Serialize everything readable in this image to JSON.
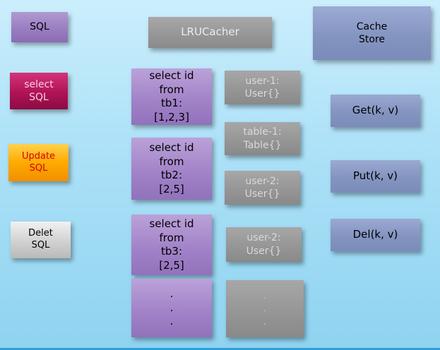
{
  "colors": {
    "background_top": "#cbeefc",
    "background_bottom": "#8fd3f0",
    "purple_box": "#a283c8",
    "magenta_box": "#b01355",
    "orange_box": "#ffaa00",
    "silver_box": "#d4d4d4",
    "gray_box": "#969696",
    "slate_box": "#8494c1",
    "update_text": "#d40000",
    "select_text": "#f6cfe2"
  },
  "sql_sources": {
    "sql": "SQL",
    "select_sql": "select\nSQL",
    "update_sql": "Update\nSQL",
    "delete_sql": "Delet\nSQL"
  },
  "lru_cacher_title": "LRUCacher",
  "cache_store_title": "Cache\nStore",
  "sql_statements": [
    "select id\nfrom\ntb1:\n[1,2,3]",
    "select id\nfrom\ntb2:\n[2,5]",
    "select id\nfrom\ntb3:\n[2,5]",
    ".\n.\n."
  ],
  "cache_entries": [
    "user-1:\nUser{}",
    "table-1:\nTable{}",
    "user-2:\nUser{}",
    "user-2:\nUser{}",
    ".\n.\n."
  ],
  "operations": [
    "Get(k, v)",
    "Put(k, v)",
    "Del(k, v)"
  ]
}
